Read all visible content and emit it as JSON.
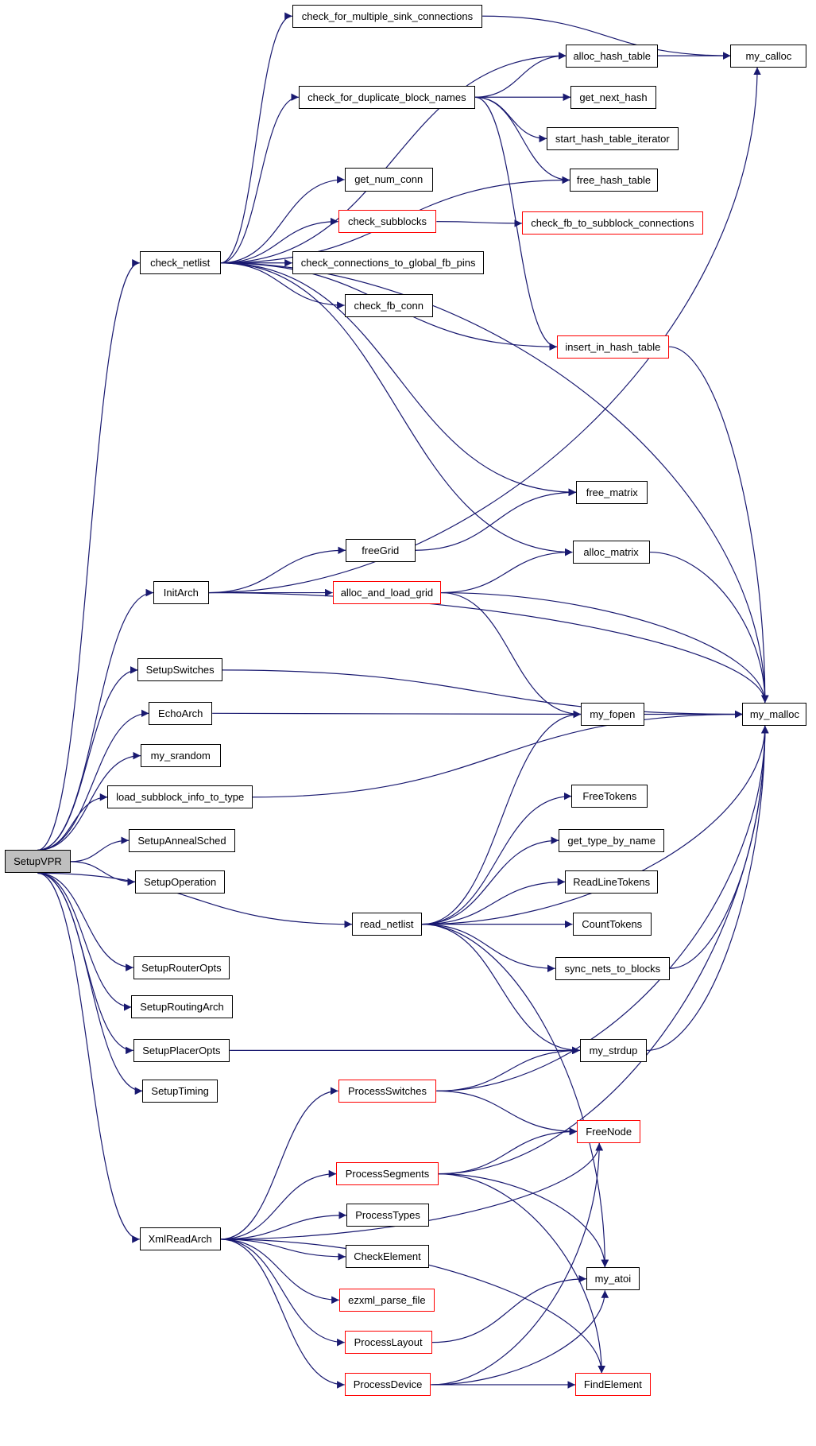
{
  "graph": {
    "edge_color": "#191970",
    "incomplete_color": "#ff0000",
    "root_fill": "#bfbfbf",
    "nodes": [
      {
        "id": "SetupVPR",
        "label": "SetupVPR",
        "style": "root"
      },
      {
        "id": "check_netlist",
        "label": "check_netlist",
        "style": "normal"
      },
      {
        "id": "check_for_multiple_sink_connections",
        "label": "check_for_multiple_sink_connections",
        "style": "normal"
      },
      {
        "id": "my_calloc",
        "label": "my_calloc",
        "style": "normal"
      },
      {
        "id": "alloc_hash_table",
        "label": "alloc_hash_table",
        "style": "normal"
      },
      {
        "id": "check_for_duplicate_block_names",
        "label": "check_for_duplicate_block_names",
        "style": "normal"
      },
      {
        "id": "get_next_hash",
        "label": "get_next_hash",
        "style": "normal"
      },
      {
        "id": "start_hash_table_iterator",
        "label": "start_hash_table_iterator",
        "style": "normal"
      },
      {
        "id": "free_hash_table",
        "label": "free_hash_table",
        "style": "normal"
      },
      {
        "id": "get_num_conn",
        "label": "get_num_conn",
        "style": "normal"
      },
      {
        "id": "check_subblocks",
        "label": "check_subblocks",
        "style": "red"
      },
      {
        "id": "check_fb_to_subblock_connections",
        "label": "check_fb_to_subblock_connections",
        "style": "red"
      },
      {
        "id": "check_connections_to_global_fb_pins",
        "label": "check_connections_to_global_fb_pins",
        "style": "normal"
      },
      {
        "id": "check_fb_conn",
        "label": "check_fb_conn",
        "style": "normal"
      },
      {
        "id": "insert_in_hash_table",
        "label": "insert_in_hash_table",
        "style": "red"
      },
      {
        "id": "free_matrix",
        "label": "free_matrix",
        "style": "normal"
      },
      {
        "id": "freeGrid",
        "label": "freeGrid",
        "style": "normal"
      },
      {
        "id": "alloc_matrix",
        "label": "alloc_matrix",
        "style": "normal"
      },
      {
        "id": "InitArch",
        "label": "InitArch",
        "style": "normal"
      },
      {
        "id": "alloc_and_load_grid",
        "label": "alloc_and_load_grid",
        "style": "red"
      },
      {
        "id": "SetupSwitches",
        "label": "SetupSwitches",
        "style": "normal"
      },
      {
        "id": "EchoArch",
        "label": "EchoArch",
        "style": "normal"
      },
      {
        "id": "my_fopen",
        "label": "my_fopen",
        "style": "normal"
      },
      {
        "id": "my_malloc",
        "label": "my_malloc",
        "style": "normal"
      },
      {
        "id": "my_srandom",
        "label": "my_srandom",
        "style": "normal"
      },
      {
        "id": "load_subblock_info_to_type",
        "label": "load_subblock_info_to_type",
        "style": "normal"
      },
      {
        "id": "FreeTokens",
        "label": "FreeTokens",
        "style": "normal"
      },
      {
        "id": "SetupAnnealSched",
        "label": "SetupAnnealSched",
        "style": "normal"
      },
      {
        "id": "get_type_by_name",
        "label": "get_type_by_name",
        "style": "normal"
      },
      {
        "id": "SetupOperation",
        "label": "SetupOperation",
        "style": "normal"
      },
      {
        "id": "ReadLineTokens",
        "label": "ReadLineTokens",
        "style": "normal"
      },
      {
        "id": "read_netlist",
        "label": "read_netlist",
        "style": "normal"
      },
      {
        "id": "CountTokens",
        "label": "CountTokens",
        "style": "normal"
      },
      {
        "id": "sync_nets_to_blocks",
        "label": "sync_nets_to_blocks",
        "style": "normal"
      },
      {
        "id": "SetupRouterOpts",
        "label": "SetupRouterOpts",
        "style": "normal"
      },
      {
        "id": "SetupRoutingArch",
        "label": "SetupRoutingArch",
        "style": "normal"
      },
      {
        "id": "SetupPlacerOpts",
        "label": "SetupPlacerOpts",
        "style": "normal"
      },
      {
        "id": "my_strdup",
        "label": "my_strdup",
        "style": "normal"
      },
      {
        "id": "SetupTiming",
        "label": "SetupTiming",
        "style": "normal"
      },
      {
        "id": "ProcessSwitches",
        "label": "ProcessSwitches",
        "style": "red"
      },
      {
        "id": "FreeNode",
        "label": "FreeNode",
        "style": "red"
      },
      {
        "id": "ProcessSegments",
        "label": "ProcessSegments",
        "style": "red"
      },
      {
        "id": "ProcessTypes",
        "label": "ProcessTypes",
        "style": "normal"
      },
      {
        "id": "XmlReadArch",
        "label": "XmlReadArch",
        "style": "normal"
      },
      {
        "id": "CheckElement",
        "label": "CheckElement",
        "style": "normal"
      },
      {
        "id": "ezxml_parse_file",
        "label": "ezxml_parse_file",
        "style": "red"
      },
      {
        "id": "my_atoi",
        "label": "my_atoi",
        "style": "normal"
      },
      {
        "id": "ProcessLayout",
        "label": "ProcessLayout",
        "style": "red"
      },
      {
        "id": "ProcessDevice",
        "label": "ProcessDevice",
        "style": "red"
      },
      {
        "id": "FindElement",
        "label": "FindElement",
        "style": "red"
      }
    ],
    "edges": [
      [
        "SetupVPR",
        "check_netlist"
      ],
      [
        "SetupVPR",
        "InitArch"
      ],
      [
        "SetupVPR",
        "SetupSwitches"
      ],
      [
        "SetupVPR",
        "EchoArch"
      ],
      [
        "SetupVPR",
        "my_srandom"
      ],
      [
        "SetupVPR",
        "load_subblock_info_to_type"
      ],
      [
        "SetupVPR",
        "SetupAnnealSched"
      ],
      [
        "SetupVPR",
        "SetupOperation"
      ],
      [
        "SetupVPR",
        "read_netlist"
      ],
      [
        "SetupVPR",
        "SetupRouterOpts"
      ],
      [
        "SetupVPR",
        "SetupRoutingArch"
      ],
      [
        "SetupVPR",
        "SetupPlacerOpts"
      ],
      [
        "SetupVPR",
        "SetupTiming"
      ],
      [
        "SetupVPR",
        "XmlReadArch"
      ],
      [
        "check_netlist",
        "check_for_multiple_sink_connections"
      ],
      [
        "check_netlist",
        "alloc_hash_table"
      ],
      [
        "check_netlist",
        "check_for_duplicate_block_names"
      ],
      [
        "check_netlist",
        "free_hash_table"
      ],
      [
        "check_netlist",
        "get_num_conn"
      ],
      [
        "check_netlist",
        "check_subblocks"
      ],
      [
        "check_netlist",
        "check_connections_to_global_fb_pins"
      ],
      [
        "check_netlist",
        "check_fb_conn"
      ],
      [
        "check_netlist",
        "insert_in_hash_table"
      ],
      [
        "check_netlist",
        "my_malloc"
      ],
      [
        "check_netlist",
        "free_matrix"
      ],
      [
        "check_netlist",
        "alloc_matrix"
      ],
      [
        "check_for_multiple_sink_connections",
        "my_calloc"
      ],
      [
        "alloc_hash_table",
        "my_calloc"
      ],
      [
        "check_for_duplicate_block_names",
        "alloc_hash_table"
      ],
      [
        "check_for_duplicate_block_names",
        "get_next_hash"
      ],
      [
        "check_for_duplicate_block_names",
        "start_hash_table_iterator"
      ],
      [
        "check_for_duplicate_block_names",
        "free_hash_table"
      ],
      [
        "check_for_duplicate_block_names",
        "insert_in_hash_table"
      ],
      [
        "check_subblocks",
        "check_fb_to_subblock_connections"
      ],
      [
        "insert_in_hash_table",
        "my_malloc"
      ],
      [
        "InitArch",
        "my_calloc"
      ],
      [
        "InitArch",
        "freeGrid"
      ],
      [
        "InitArch",
        "alloc_and_load_grid"
      ],
      [
        "InitArch",
        "my_malloc"
      ],
      [
        "freeGrid",
        "free_matrix"
      ],
      [
        "alloc_and_load_grid",
        "alloc_matrix"
      ],
      [
        "alloc_and_load_grid",
        "my_fopen"
      ],
      [
        "alloc_and_load_grid",
        "my_malloc"
      ],
      [
        "alloc_matrix",
        "my_malloc"
      ],
      [
        "SetupSwitches",
        "my_malloc"
      ],
      [
        "EchoArch",
        "my_fopen"
      ],
      [
        "my_fopen",
        "my_malloc"
      ],
      [
        "load_subblock_info_to_type",
        "my_malloc"
      ],
      [
        "read_netlist",
        "my_fopen"
      ],
      [
        "read_netlist",
        "FreeTokens"
      ],
      [
        "read_netlist",
        "get_type_by_name"
      ],
      [
        "read_netlist",
        "ReadLineTokens"
      ],
      [
        "read_netlist",
        "CountTokens"
      ],
      [
        "read_netlist",
        "sync_nets_to_blocks"
      ],
      [
        "read_netlist",
        "my_malloc"
      ],
      [
        "read_netlist",
        "my_strdup"
      ],
      [
        "read_netlist",
        "my_atoi"
      ],
      [
        "sync_nets_to_blocks",
        "my_malloc"
      ],
      [
        "SetupPlacerOpts",
        "my_strdup"
      ],
      [
        "my_strdup",
        "my_malloc"
      ],
      [
        "ProcessSwitches",
        "my_strdup"
      ],
      [
        "ProcessSwitches",
        "my_malloc"
      ],
      [
        "ProcessSwitches",
        "FreeNode"
      ],
      [
        "XmlReadArch",
        "ProcessSwitches"
      ],
      [
        "XmlReadArch",
        "FreeNode"
      ],
      [
        "XmlReadArch",
        "ProcessSegments"
      ],
      [
        "XmlReadArch",
        "ProcessTypes"
      ],
      [
        "XmlReadArch",
        "CheckElement"
      ],
      [
        "XmlReadArch",
        "ezxml_parse_file"
      ],
      [
        "XmlReadArch",
        "ProcessLayout"
      ],
      [
        "XmlReadArch",
        "ProcessDevice"
      ],
      [
        "XmlReadArch",
        "FindElement"
      ],
      [
        "ProcessSegments",
        "FreeNode"
      ],
      [
        "ProcessSegments",
        "my_malloc"
      ],
      [
        "ProcessSegments",
        "my_atoi"
      ],
      [
        "ProcessSegments",
        "FindElement"
      ],
      [
        "ProcessLayout",
        "my_atoi"
      ],
      [
        "ProcessDevice",
        "FreeNode"
      ],
      [
        "ProcessDevice",
        "my_atoi"
      ],
      [
        "ProcessDevice",
        "FindElement"
      ]
    ]
  }
}
